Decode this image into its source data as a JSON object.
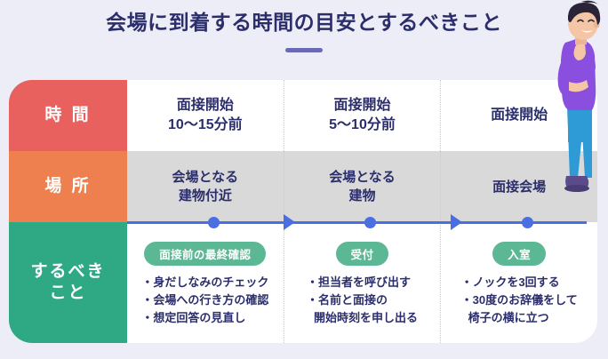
{
  "header": {
    "title": "会場に到着する時間の目安とするべきこと",
    "accent_color": "#6B6BB5"
  },
  "colors": {
    "background": "#EDEDF7",
    "title_text": "#2B2E6B",
    "label_time": "#E8615F",
    "label_place": "#EE8050",
    "label_todo": "#2FA884",
    "pill": "#5CB894",
    "timeline": "#4A6FE3",
    "row_place_bg": "#D9D9D9",
    "card_bg": "#FFFFFF"
  },
  "rows": [
    {
      "label": "時 間",
      "cells": [
        {
          "lines": [
            "面接開始",
            "10〜15分前"
          ]
        },
        {
          "lines": [
            "面接開始",
            "5〜10分前"
          ]
        },
        {
          "lines": [
            "面接開始"
          ]
        }
      ]
    },
    {
      "label": "場 所",
      "cells": [
        {
          "lines": [
            "会場となる",
            "建物付近"
          ]
        },
        {
          "lines": [
            "会場となる",
            "建物"
          ]
        },
        {
          "lines": [
            "面接会場"
          ]
        }
      ]
    },
    {
      "label": "するべき\nこと",
      "label_lines": [
        "するべき",
        "こと"
      ],
      "cells": [
        {
          "pill": "面接前の最終確認",
          "bullets": [
            {
              "text": "・身だしなみのチェック",
              "cont": null
            },
            {
              "text": "・会場への行き方の確認",
              "cont": null
            },
            {
              "text": "・想定回答の見直し",
              "cont": null
            }
          ]
        },
        {
          "pill": "受付",
          "bullets": [
            {
              "text": "・担当者を呼び出す",
              "cont": null
            },
            {
              "text": "・名前と面接の",
              "cont": "開始時刻を申し出る"
            }
          ]
        },
        {
          "pill": "入室",
          "bullets": [
            {
              "text": "・ノックを3回する",
              "cont": null
            },
            {
              "text": "・30度のお辞儀をして",
              "cont": "椅子の横に立つ"
            }
          ]
        }
      ]
    }
  ],
  "timeline": {
    "dots": [
      97,
      273,
      450
    ],
    "arrows": [
      182,
      370
    ],
    "icon": "timeline-arrow-icon"
  },
  "illustration": {
    "name": "thinking-person-illustration",
    "hair_color": "#2A2438",
    "skin_color": "#F5C6A5",
    "shirt_color": "#8B4FE0",
    "pants_color": "#2E9BD6",
    "shoe_color": "#5B4B8A"
  }
}
